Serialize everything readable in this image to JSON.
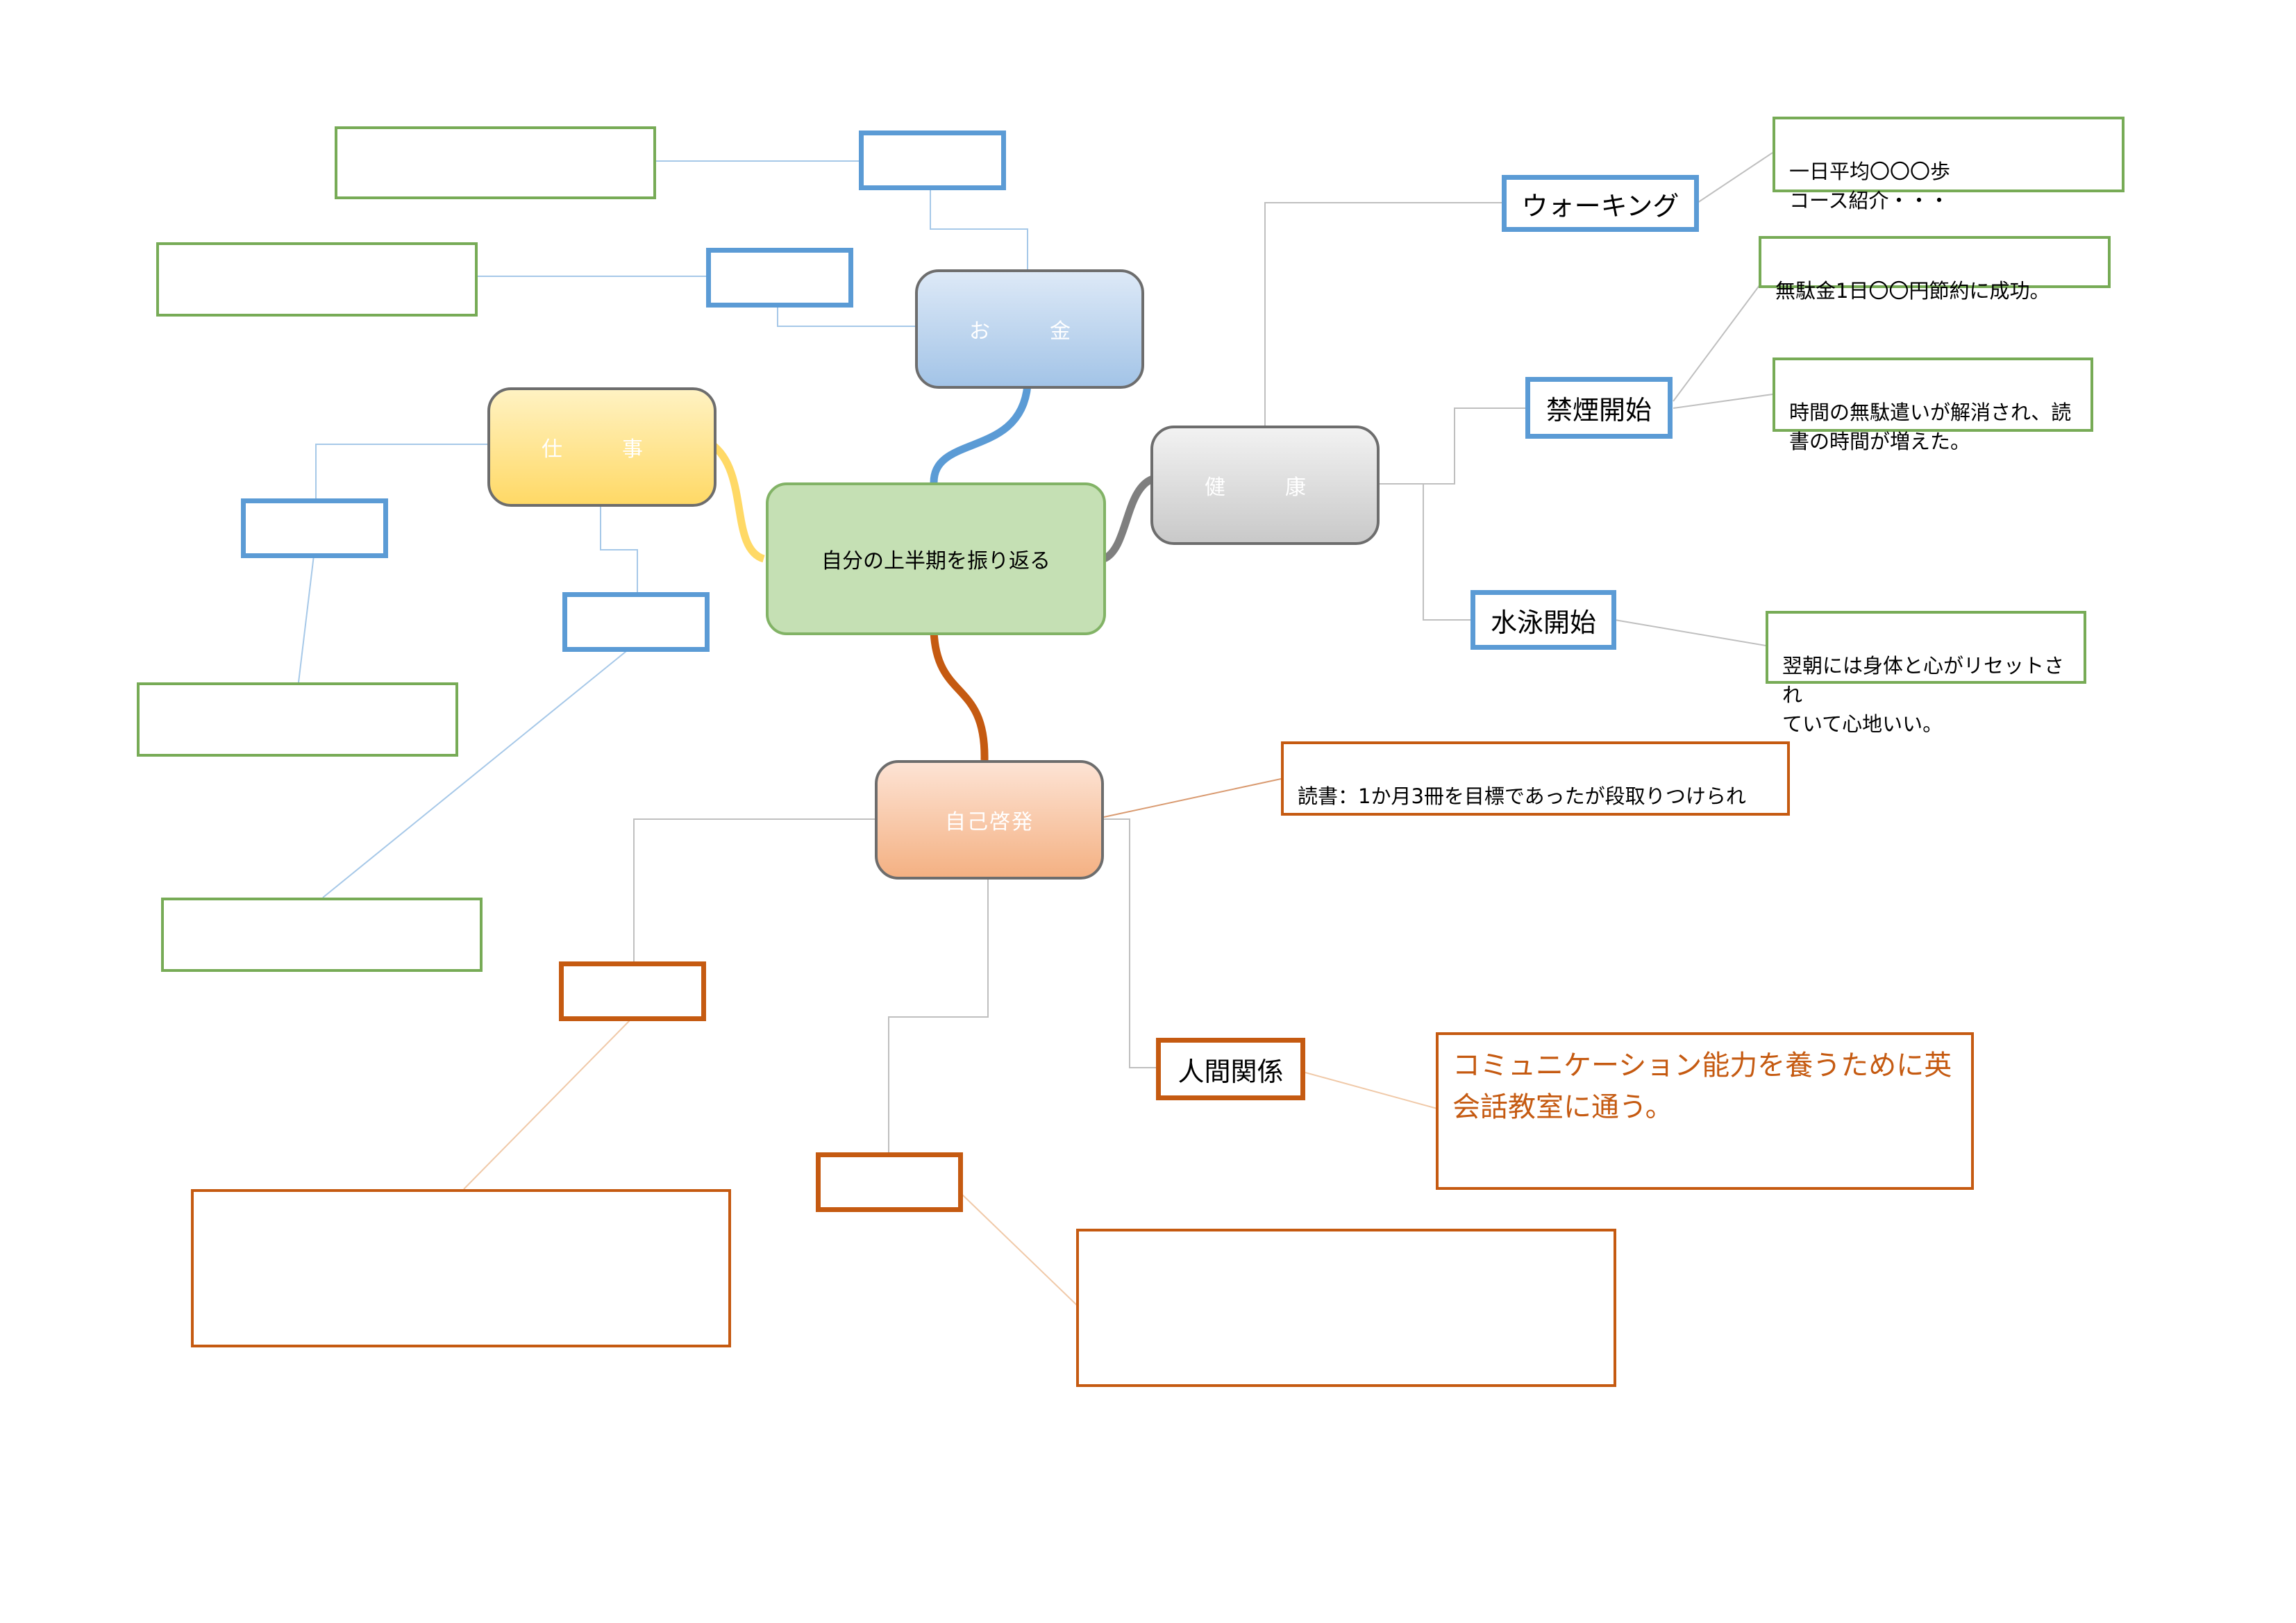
{
  "center": {
    "label": "自分の上半期を振り返る"
  },
  "branches": {
    "money": {
      "label": "お　金",
      "color": "#5b9bd5"
    },
    "work": {
      "label": "仕　事",
      "color": "#ffd966"
    },
    "health": {
      "label": "健　康",
      "color": "#7f7f7f"
    },
    "self_dev": {
      "label": "自己啓発",
      "color": "#c55a11"
    }
  },
  "health": {
    "walking": {
      "label": "ウォーキング",
      "note": "一日平均〇〇〇歩\nコース紹介・・・"
    },
    "no_smoking": {
      "label": "禁煙開始",
      "note1": "無駄金1日〇〇円節約に成功。",
      "note2": "時間の無駄遣いが解消され、読\n書の時間が増えた。"
    },
    "swimming": {
      "label": "水泳開始",
      "note": "翌朝には身体と心がリセットされ\nていて心地いい。"
    }
  },
  "self_dev": {
    "reading_note": "読書：1か月3冊を目標であったが段取りつけられ",
    "relationships": {
      "label": "人間関係",
      "note": "コミュニケーション能力を養うために英\n会話教室に通う。"
    }
  },
  "colors": {
    "green_border": "#77ab56",
    "blue_border": "#5b9bd5",
    "orange_border": "#c55a11"
  }
}
